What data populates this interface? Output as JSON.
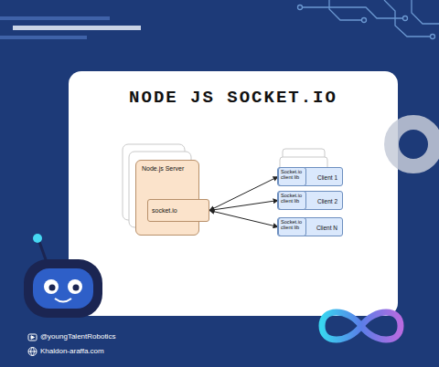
{
  "diagram": {
    "title": "NODE JS SOCKET.IO",
    "nodes": [
      {
        "text": [
          "Node.js Server"
        ]
      },
      {
        "text": [
          "socket.io"
        ],
        "in": 0
      },
      {
        "text": [
          "Client 1"
        ]
      },
      {
        "text": [
          "Socket.io client lib"
        ],
        "in": 2
      },
      {
        "text": [
          "Client 2"
        ]
      },
      {
        "text": [
          "Socket.io client lib"
        ],
        "in": 4
      },
      {
        "text": [
          "Client N"
        ]
      },
      {
        "text": [
          "Socket.io client lib"
        ],
        "in": 6
      }
    ],
    "edges": [
      {
        "from": 1,
        "to": 3,
        "arrow": "both"
      },
      {
        "from": 1,
        "to": 5,
        "arrow": "both"
      },
      {
        "from": 1,
        "to": 7,
        "arrow": "both"
      }
    ],
    "labels": [
      "@youngTalentRobotics",
      "Khaldon-araffa.com"
    ]
  }
}
